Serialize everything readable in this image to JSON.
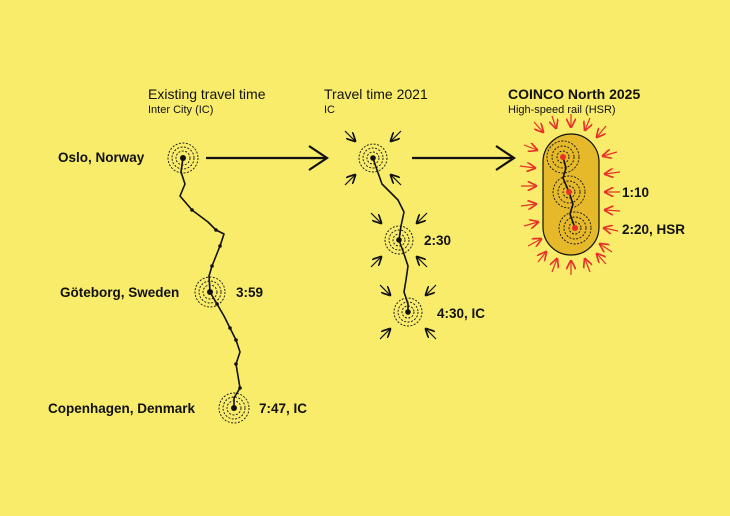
{
  "columns": [
    {
      "title": "Existing travel time",
      "subtitle": "Inter City (IC)"
    },
    {
      "title": "Travel time 2021",
      "subtitle": "IC"
    },
    {
      "title": "COINCO North 2025",
      "subtitle": "High-speed rail (HSR)"
    }
  ],
  "cities": {
    "oslo": "Oslo, Norway",
    "goteborg": "Göteborg, Sweden",
    "copenhagen": "Copenhagen, Denmark"
  },
  "times": {
    "existing_goteborg": "3:59",
    "existing_copenhagen": "7:47, IC",
    "ic2021_goteborg": "2:30",
    "ic2021_copenhagen": "4:30, IC",
    "hsr_goteborg": "1:10",
    "hsr_copenhagen": "2:20, HSR"
  },
  "colors": {
    "background": "#f8ec6a",
    "line": "#111111",
    "hsr_pill": "#e5b92a",
    "hsr_accent": "#e8302a"
  }
}
